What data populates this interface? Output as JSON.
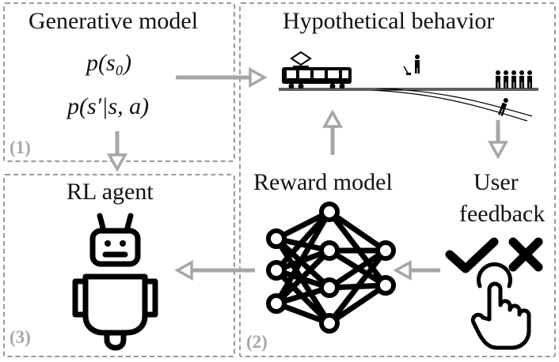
{
  "panels": {
    "generative": {
      "title": "Generative model",
      "formula_1": "p(s₀)",
      "formula_2": "p(s′|s, a)",
      "number": "(1)"
    },
    "hypothetical": {
      "title": "Hypothetical behavior"
    },
    "reward": {
      "title": "Reward model",
      "number": "(2)"
    },
    "user": {
      "title_line1": "User",
      "title_line2": "feedback"
    },
    "agent": {
      "title": "RL agent",
      "number": "(3)"
    }
  },
  "icons": [
    "trolley-icon",
    "lever-person-icon",
    "five-people-icon",
    "lone-person-icon",
    "neural-network-icon",
    "checkmark-icon",
    "cross-icon",
    "tap-hand-icon",
    "robot-icon"
  ],
  "colors": {
    "arrow": "#a6a6a6",
    "border": "#9a9a9a",
    "icon": "#000000",
    "number": "#a6a6a6"
  }
}
